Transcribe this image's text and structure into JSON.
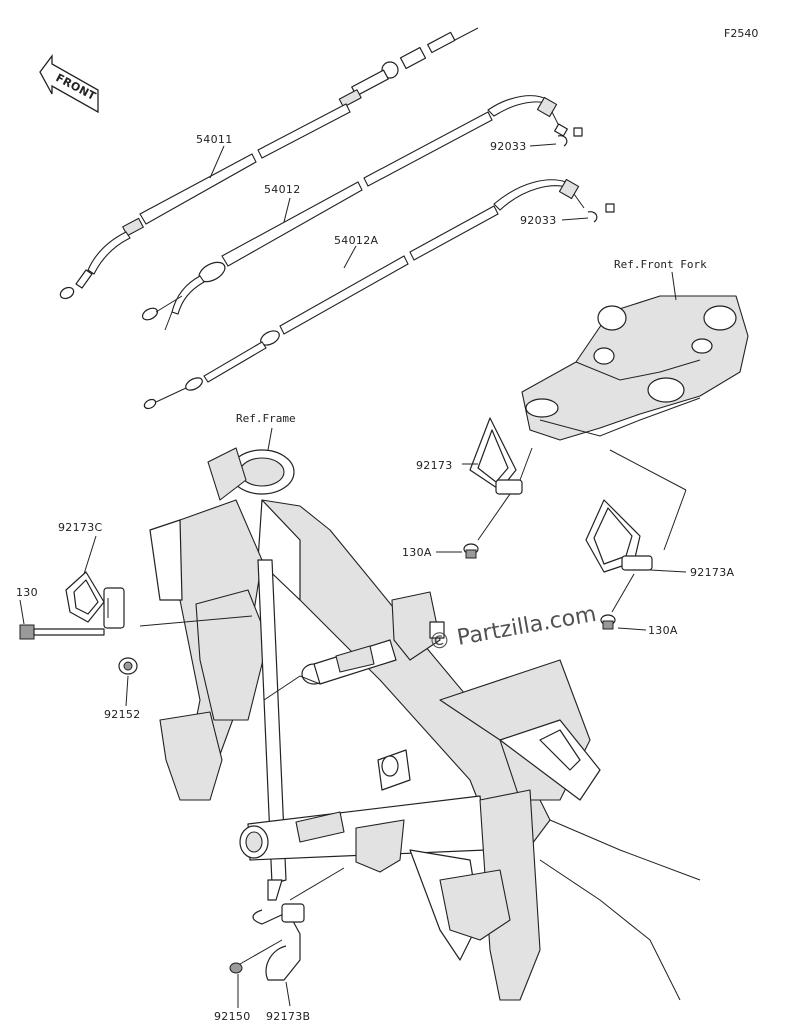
{
  "diagram_code": "F2540",
  "front_arrow": {
    "text": "FRONT",
    "icon": "front-arrow-icon"
  },
  "watermark": "© Partzilla.com",
  "refs": {
    "front_fork": "Ref.Front Fork",
    "frame": "Ref.Frame"
  },
  "parts": {
    "p54011": "54011",
    "p54012": "54012",
    "p54012A": "54012A",
    "p92033a": "92033",
    "p92033b": "92033",
    "p92173": "92173",
    "p130A_a": "130A",
    "p92173A": "92173A",
    "p130A_b": "130A",
    "p92173C": "92173C",
    "p130": "130",
    "p92152": "92152",
    "p92150": "92150",
    "p92173B": "92173B"
  }
}
